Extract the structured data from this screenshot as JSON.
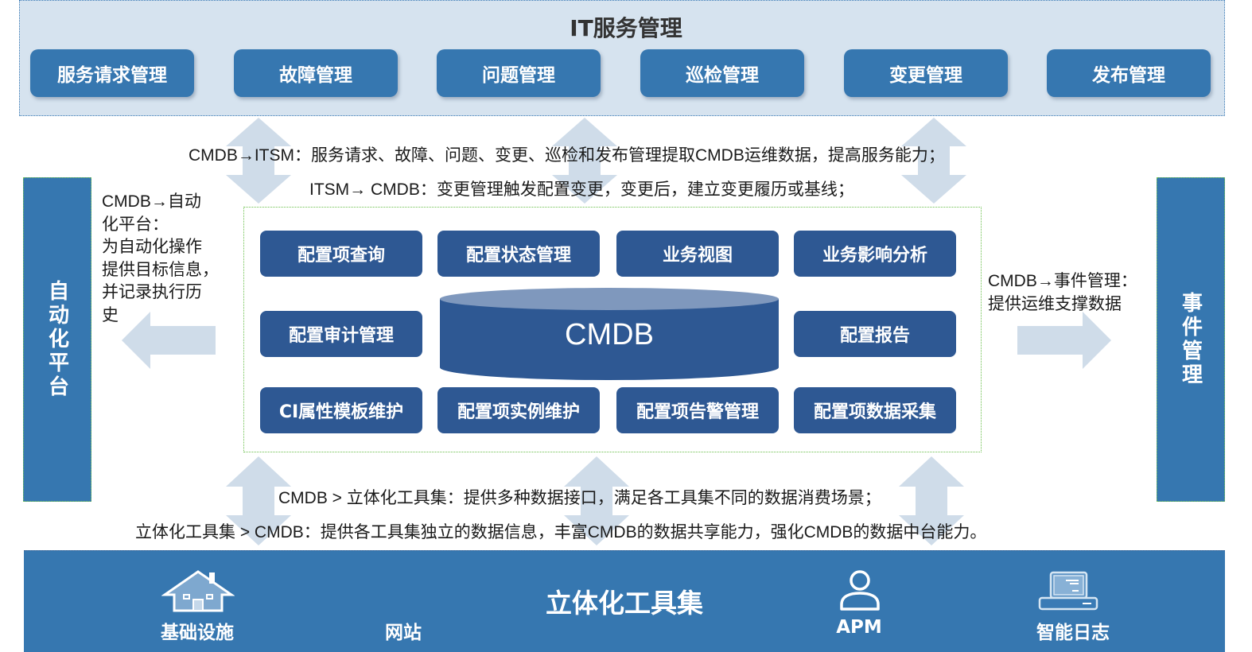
{
  "itsm": {
    "title": "IT服务管理",
    "buttons": [
      "服务请求管理",
      "故障管理",
      "问题管理",
      "巡检管理",
      "变更管理",
      "发布管理"
    ]
  },
  "top_descriptions": {
    "line1": "CMDB→ITSM：服务请求、故障、问题、变更、巡检和发布管理提取CMDB运维数据，提高服务能力；",
    "line2": "ITSM→ CMDB：变更管理触发配置变更，变更后，建立变更履历或基线；"
  },
  "left": {
    "bar_label": "自动化平台",
    "desc_lines": [
      "CMDB→自动",
      "化平台：",
      "为自动化操作",
      "提供目标信息，",
      "并记录执行历",
      "史"
    ]
  },
  "right": {
    "bar_label": "事件管理",
    "desc_lines": [
      "CMDB→事件管理：",
      "提供运维支撑数据"
    ]
  },
  "cmdb": {
    "center_label": "CMDB",
    "row1": [
      "配置项查询",
      "配置状态管理",
      "业务视图",
      "业务影响分析"
    ],
    "row2_left": "配置审计管理",
    "row2_right": "配置报告",
    "row3": [
      "CI属性模板维护",
      "配置项实例维护",
      "配置项告警管理",
      "配置项数据采集"
    ]
  },
  "bottom_descriptions": {
    "line1": "CMDB > 立体化工具集：提供多种数据接口，满足各工具集不同的数据消费场景；",
    "line2": "立体化工具集 > CMDB：提供各工具集独立的数据信息，丰富CMDB的数据共享能力，强化CMDB的数据中台能力。"
  },
  "toolset": {
    "title": "立体化工具集",
    "items": [
      {
        "label": "基础设施",
        "icon": "house-icon"
      },
      {
        "label": "网站",
        "icon": "none"
      },
      {
        "label": "APM",
        "icon": "user-icon"
      },
      {
        "label": "智能日志",
        "icon": "computer-icon"
      }
    ]
  },
  "colors": {
    "panel_bg": "#d6e3ef",
    "primary_blue": "#3677b0",
    "cmdb_blue": "#2e5893",
    "cylinder_top": "#7f98bd",
    "arrow_fill": "#cfdce9",
    "frame_green": "#6abf4b"
  }
}
